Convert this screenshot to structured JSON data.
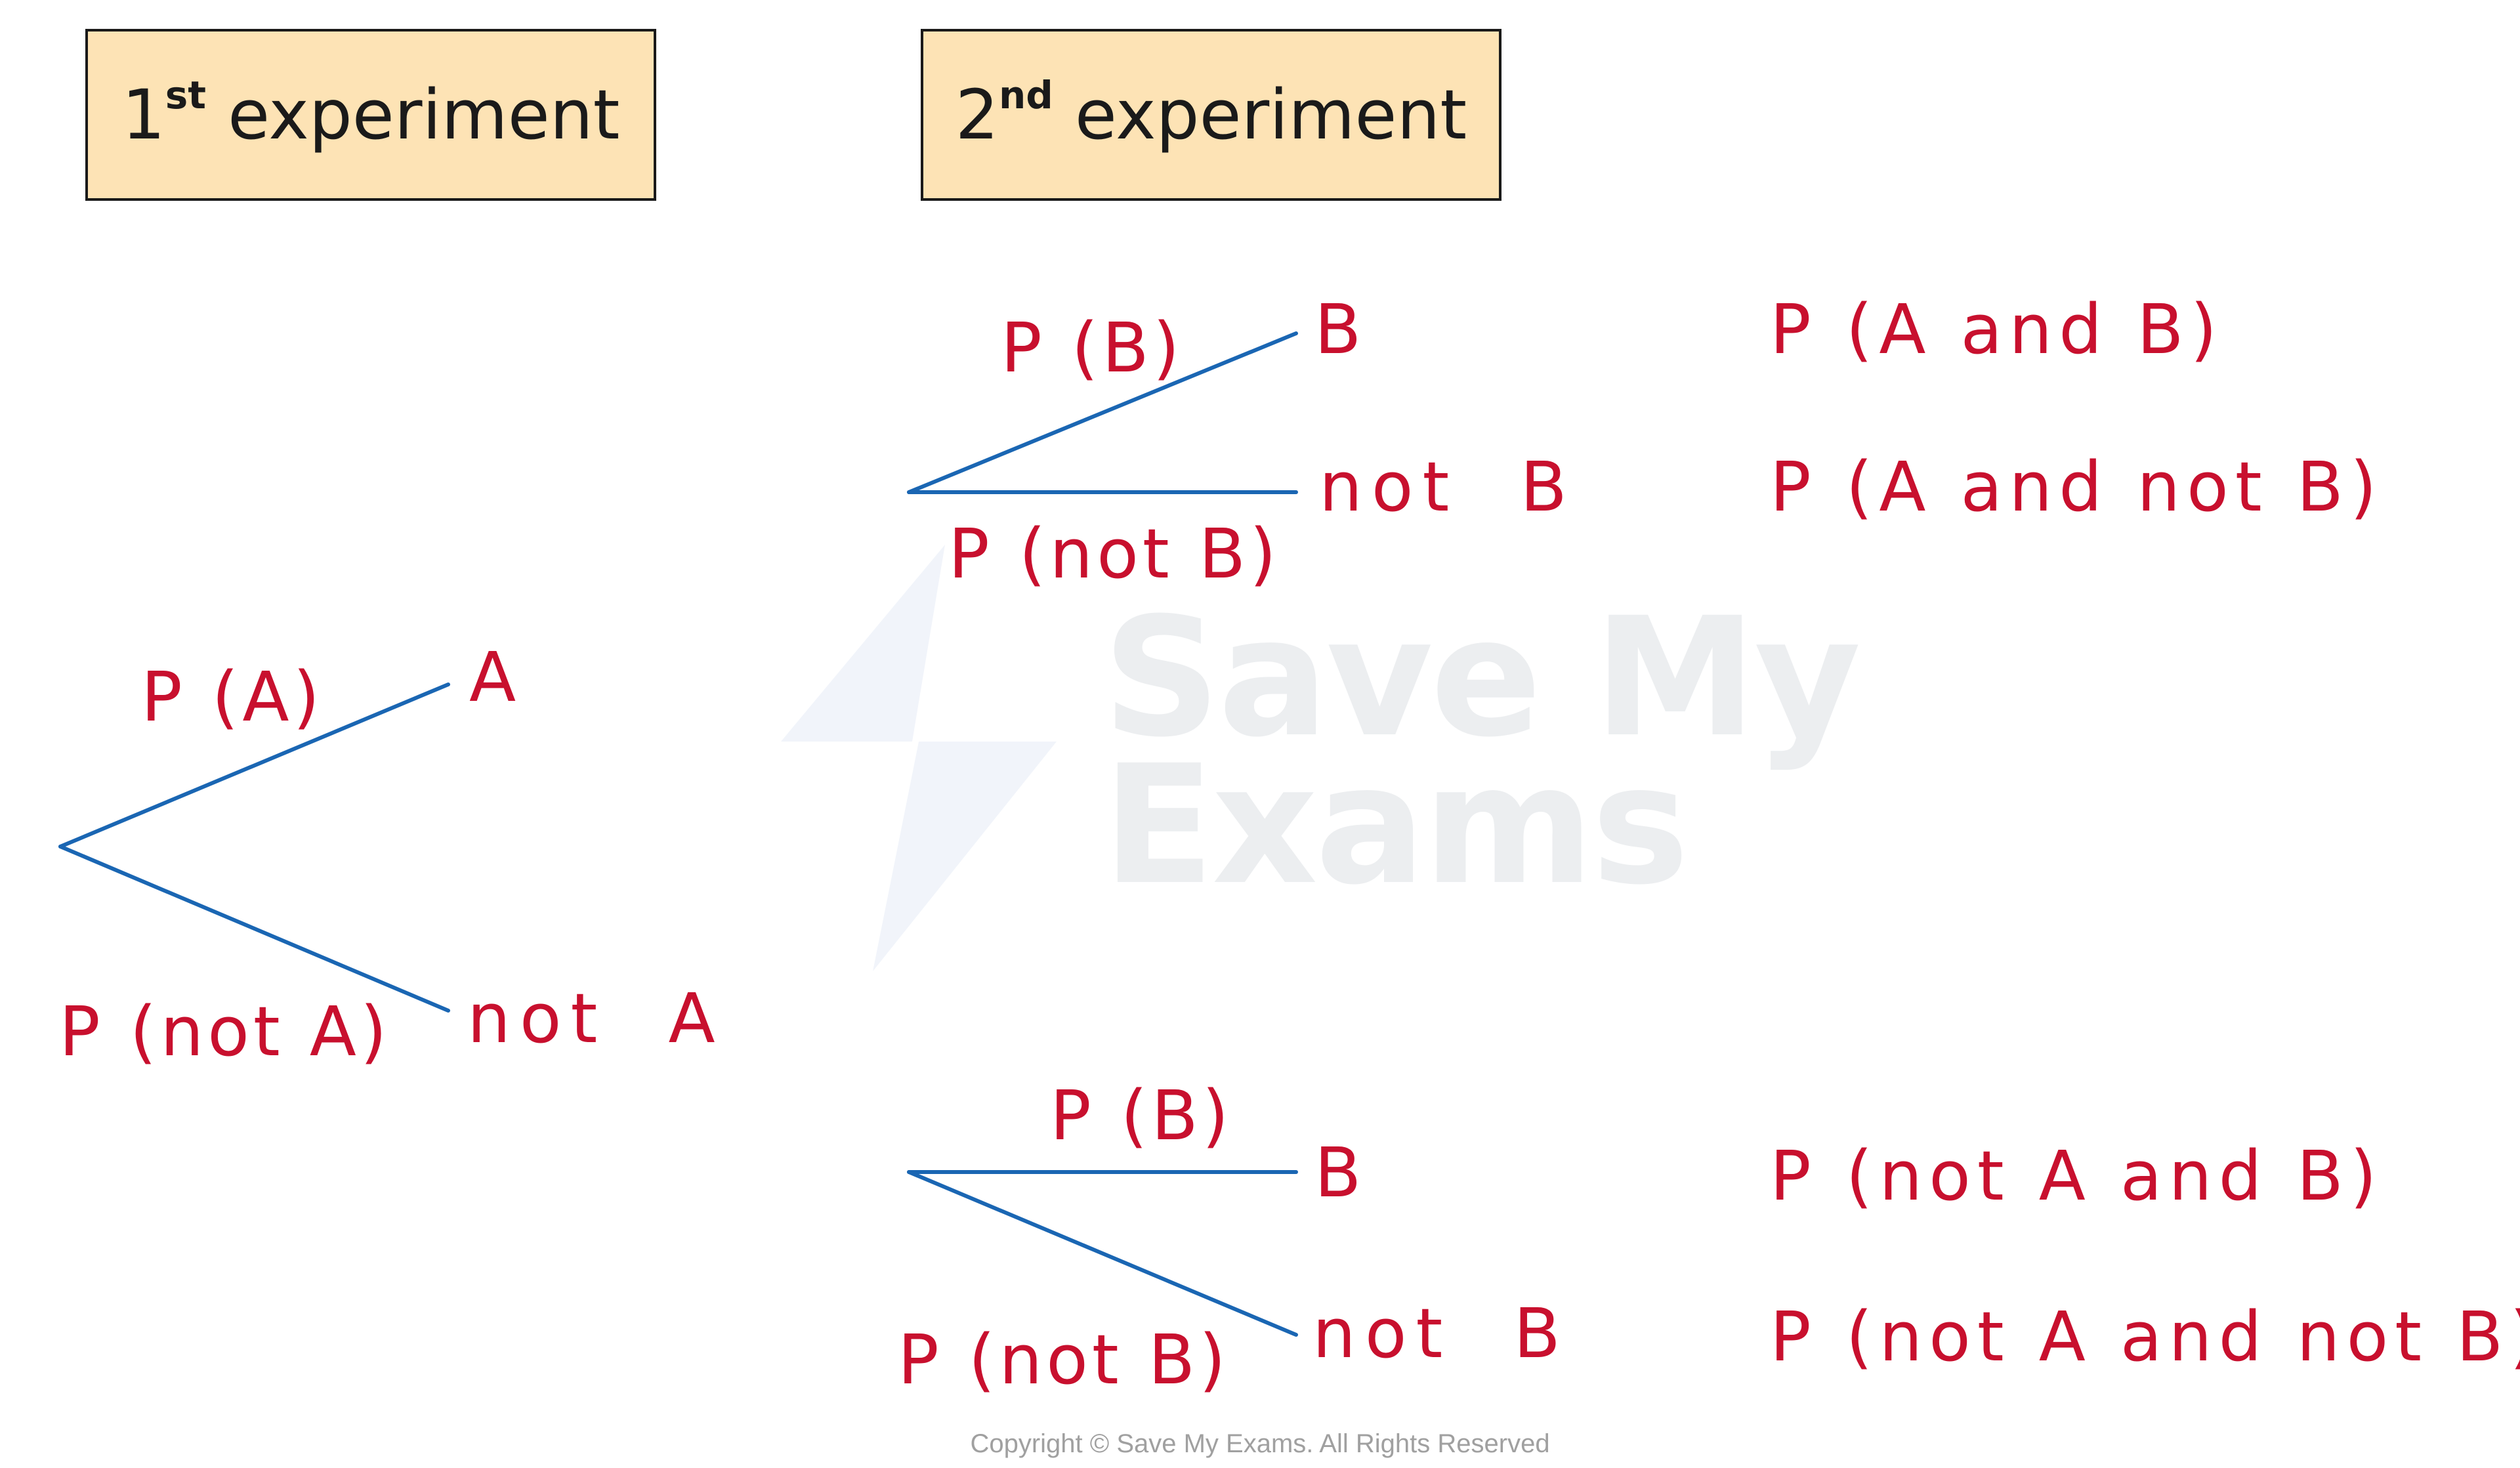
{
  "headers": {
    "first": {
      "num": "1",
      "sup": "st",
      "word": "experiment"
    },
    "second": {
      "num": "2",
      "sup": "nd",
      "word": "experiment"
    }
  },
  "first_branch": {
    "prob_a": "P (A)",
    "outcome_a": "A",
    "prob_not_a": "P (not A)",
    "outcome_not_a": "not  A"
  },
  "upper_branch": {
    "prob_b": "P (B)",
    "outcome_b": "B",
    "prob_not_b": "P (not B)",
    "outcome_not_b": "not  B"
  },
  "lower_branch": {
    "prob_b": "P (B)",
    "outcome_b": "B",
    "prob_not_b": "P (not B)",
    "outcome_not_b": "not  B"
  },
  "results": {
    "a_and_b": "P (A and B)",
    "a_and_not_b": "P (A and not B)",
    "not_a_and_b": "P (not A and B)",
    "not_a_and_not_b": "P (not A and not B)"
  },
  "watermark": {
    "line1": "Save My",
    "line2": "Exams"
  },
  "copyright": "Copyright © Save My Exams. All Rights Reserved",
  "colors": {
    "branch": "#1a66b3",
    "label": "#c8102e",
    "header_fill": "#fde3b5"
  }
}
